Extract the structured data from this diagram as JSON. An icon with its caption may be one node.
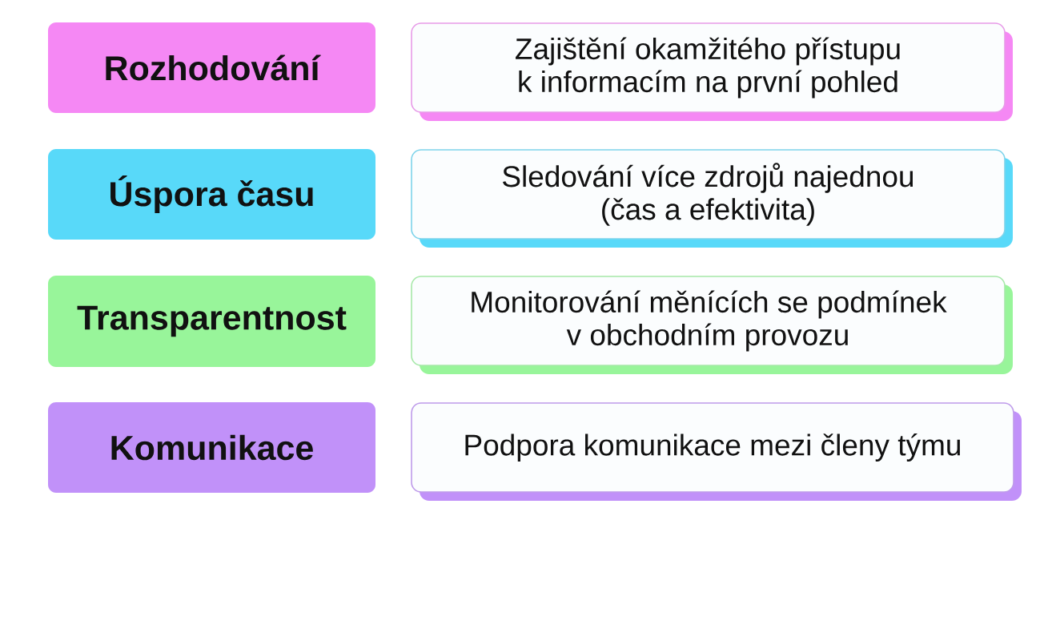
{
  "diagram": {
    "nodes": [
      {
        "text": [
          "Rozhodování"
        ]
      },
      {
        "text": [
          "Zajištění okamžitého přístupu k informacím na první pohled"
        ]
      },
      {
        "text": [
          "Úspora času"
        ]
      },
      {
        "text": [
          "Sledování více zdrojů najednou (čas a efektivita)"
        ]
      },
      {
        "text": [
          "Transparentnost"
        ]
      },
      {
        "text": [
          "Monitorování měnících se podmínek v obchodním provozu"
        ]
      },
      {
        "text": [
          "Komunikace"
        ]
      },
      {
        "text": [
          "Podpora komunikace mezi členy týmu"
        ]
      }
    ]
  }
}
